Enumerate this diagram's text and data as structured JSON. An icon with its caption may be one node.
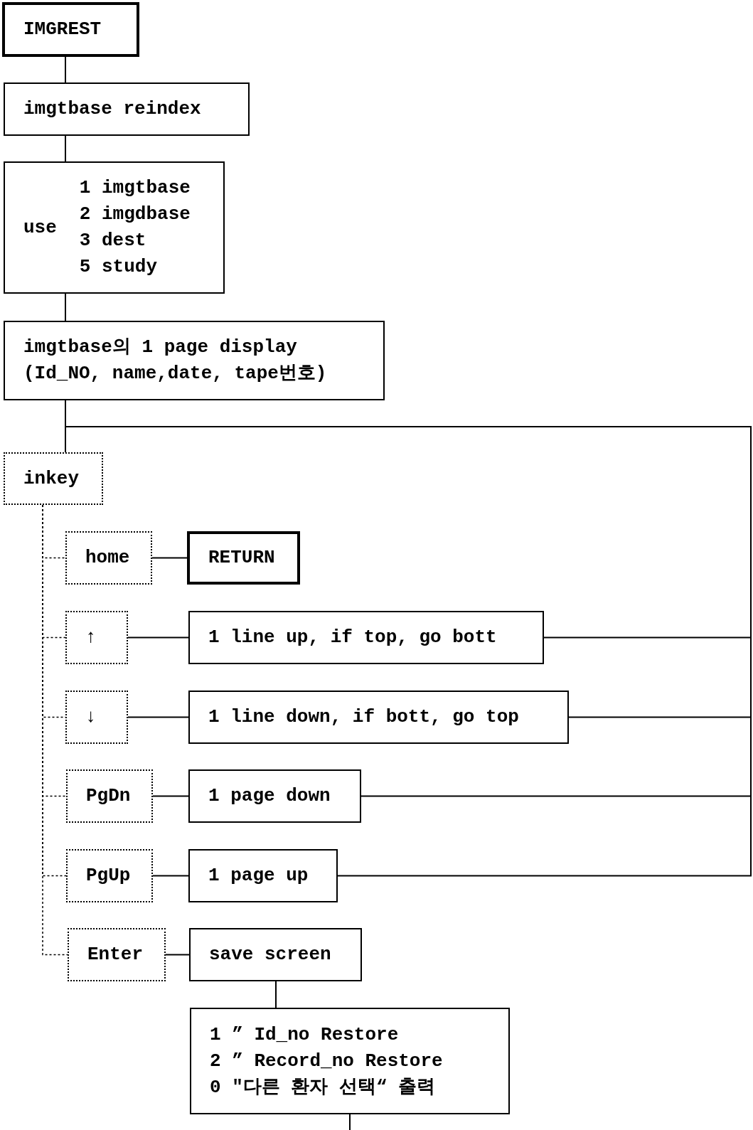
{
  "diagram": {
    "nodes": [
      {
        "text": [
          "IMGREST"
        ]
      },
      {
        "text": [
          "imgtbase reindex"
        ]
      },
      {
        "text": [
          "use",
          "1 imgtbase",
          "2 imgdbase",
          "3 dest",
          "5 study"
        ]
      },
      {
        "text": [
          "imgtbase의 1 page display (Id_NO, name,date, tape번호)"
        ]
      },
      {
        "text": [
          "inkey"
        ]
      },
      {
        "text": [
          "home"
        ]
      },
      {
        "text": [
          "RETURN"
        ]
      },
      {
        "text": [
          "↑"
        ]
      },
      {
        "text": [
          "1 line up, if top, go bott"
        ]
      },
      {
        "text": [
          "↓"
        ]
      },
      {
        "text": [
          "1 line down, if bott, go top"
        ]
      },
      {
        "text": [
          "PgDn"
        ]
      },
      {
        "text": [
          "1 page down"
        ]
      },
      {
        "text": [
          "PgUp"
        ]
      },
      {
        "text": [
          "1 page up"
        ]
      },
      {
        "text": [
          "Enter"
        ]
      },
      {
        "text": [
          "save screen"
        ]
      },
      {
        "text": [
          "1 ” Id_no Restore",
          "2 ” Record_no Restore",
          "0 \"다른 환자 선택“ 출력"
        ]
      }
    ],
    "edges": [
      {
        "from": 0,
        "to": 1,
        "arrow": "none"
      },
      {
        "from": 1,
        "to": 2,
        "arrow": "none"
      },
      {
        "from": 2,
        "to": 3,
        "arrow": "none"
      },
      {
        "from": 3,
        "to": 4,
        "arrow": "none"
      },
      {
        "from": 4,
        "to": 5,
        "arrow": "none",
        "style": "dashed"
      },
      {
        "from": 4,
        "to": 7,
        "arrow": "none",
        "style": "dashed"
      },
      {
        "from": 4,
        "to": 9,
        "arrow": "none",
        "style": "dashed"
      },
      {
        "from": 4,
        "to": 11,
        "arrow": "none",
        "style": "dashed"
      },
      {
        "from": 4,
        "to": 13,
        "arrow": "none",
        "style": "dashed"
      },
      {
        "from": 4,
        "to": 15,
        "arrow": "none",
        "style": "dashed"
      },
      {
        "from": 5,
        "to": 6,
        "arrow": "none"
      },
      {
        "from": 7,
        "to": 8,
        "arrow": "none"
      },
      {
        "from": 9,
        "to": 10,
        "arrow": "none"
      },
      {
        "from": 11,
        "to": 12,
        "arrow": "none"
      },
      {
        "from": 13,
        "to": 14,
        "arrow": "none"
      },
      {
        "from": 15,
        "to": 16,
        "arrow": "none"
      },
      {
        "from": 16,
        "to": 17,
        "arrow": "none"
      },
      {
        "from": 8,
        "to": 4,
        "arrow": "none"
      },
      {
        "from": 10,
        "to": 4,
        "arrow": "none"
      },
      {
        "from": 12,
        "to": 4,
        "arrow": "none"
      },
      {
        "from": 14,
        "to": 4,
        "arrow": "none"
      },
      {
        "from": 17,
        "to": null,
        "arrow": "none"
      }
    ]
  }
}
